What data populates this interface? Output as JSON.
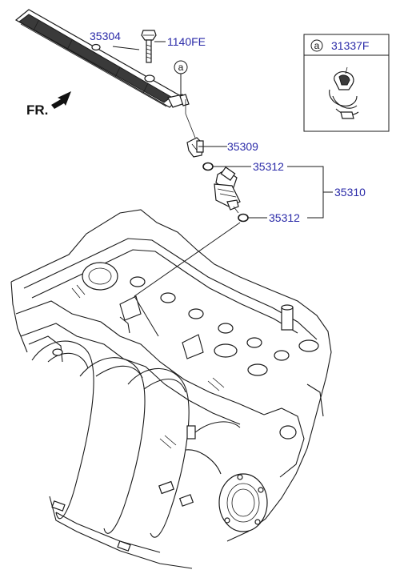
{
  "labels": {
    "fuel_rail": "35304",
    "bolt": "1140FE",
    "circle_ref": "a",
    "fuel_pipe_clip": "35309",
    "o_ring_upper": "35312",
    "injector": "35310",
    "o_ring_lower": "35312",
    "front_direction": "FR."
  },
  "inset": {
    "circle_ref": "a",
    "part_number": "31337F"
  },
  "colors": {
    "label_text": "#2a2aa8",
    "line": "#1a1a1a"
  }
}
